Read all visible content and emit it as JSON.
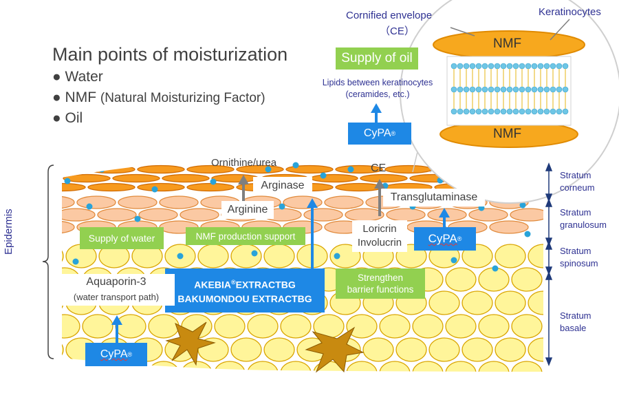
{
  "title": "Main points of moisturization",
  "points": [
    {
      "label": "Water",
      "note": ""
    },
    {
      "label": "NMF",
      "note": "(Natural Moisturizing Factor)"
    },
    {
      "label": "Oil",
      "note": ""
    }
  ],
  "inset": {
    "cornified_envelope": "Cornified envelope",
    "ce_abbr": "（CE）",
    "keratinocytes": "Keratinocytes",
    "nmf_top": "NMF",
    "nmf_bottom": "NMF",
    "supply_oil": "Supply of oil",
    "lipids_line1": "Lipids between keratinocytes",
    "lipids_line2": "(ceramides, etc.)",
    "cypa": "CyPA",
    "reg": "®"
  },
  "pathway": {
    "ornithine": "Ornithine/urea",
    "arginase": "Arginase",
    "arginine": "Arginine",
    "ce": "CE",
    "transglutaminase": "Transglutaminase",
    "loricrin": "Loricrin",
    "involucrin": "Involucrin",
    "cypa_mid": "CyPA",
    "reg": "®"
  },
  "boxes": {
    "supply_water": "Supply of water",
    "nmf_support": "NMF production support",
    "strengthen_1": "Strengthen",
    "strengthen_2": "barrier functions",
    "akebia": "AKEBIA",
    "akebia_reg": "®",
    "akebia_rest": "EXTRACTBG",
    "bakumondou": "BAKUMONDOU EXTRACTBG",
    "aquaporin": "Aquaporin-3",
    "aquaporin_note": "(water transport path)",
    "cypa_bottom": "CyPA",
    "reg": "®"
  },
  "epidermis": "Epidermis",
  "layers": [
    {
      "l1": "Stratum",
      "l2": "corneum"
    },
    {
      "l1": "Stratum",
      "l2": "granulosum"
    },
    {
      "l1": "Stratum",
      "l2": "spinosum"
    },
    {
      "l1": "Stratum",
      "l2": "basale"
    }
  ],
  "colors": {
    "corneum": "#f79a1e",
    "granulosum": "#fbc9a3",
    "spinosum_basale": "#fff59a",
    "green": "#92d050",
    "blue": "#1e88e5",
    "dot": "#29a3d9",
    "label_blue": "#2e3192",
    "melanocyte": "#c88a10"
  }
}
